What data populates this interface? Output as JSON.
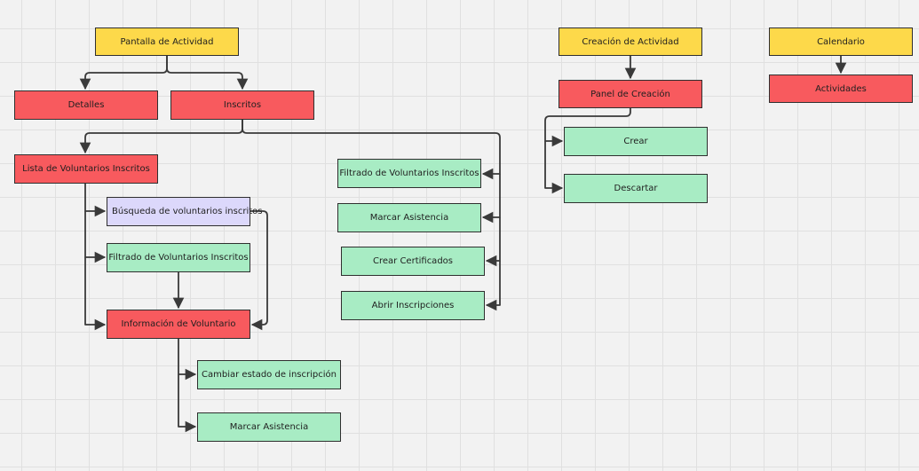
{
  "diagram": {
    "nodes": {
      "pantalla": {
        "label": "Pantalla de Actividad",
        "color": "#fdd94a"
      },
      "detalles": {
        "label": "Detalles",
        "color": "#f85a5e"
      },
      "inscritos": {
        "label": "Inscritos",
        "color": "#f85a5e"
      },
      "lista": {
        "label": "Lista de Voluntarios Inscritos",
        "color": "#f85a5e"
      },
      "busqueda": {
        "label": "Búsqueda de voluntarios inscritos",
        "color": "#dcd8fb"
      },
      "filtrado_l": {
        "label": "Filtrado de Voluntarios Inscritos",
        "color": "#a8ecc4"
      },
      "info": {
        "label": "Información de Voluntario",
        "color": "#f85a5e"
      },
      "cambiar": {
        "label": "Cambiar estado de inscripción",
        "color": "#a8ecc4"
      },
      "marcar_l": {
        "label": "Marcar Asistencia",
        "color": "#a8ecc4"
      },
      "filtrado_r": {
        "label": "Filtrado de Voluntarios Inscritos",
        "color": "#a8ecc4"
      },
      "marcar_r": {
        "label": "Marcar Asistencia",
        "color": "#a8ecc4"
      },
      "certificados": {
        "label": "Crear Certificados",
        "color": "#a8ecc4"
      },
      "abrir": {
        "label": "Abrir Inscripciones",
        "color": "#a8ecc4"
      },
      "creacion": {
        "label": "Creación de Actividad",
        "color": "#fdd94a"
      },
      "panel": {
        "label": "Panel de Creación",
        "color": "#f85a5e"
      },
      "crear": {
        "label": "Crear",
        "color": "#a8ecc4"
      },
      "descartar": {
        "label": "Descartar",
        "color": "#a8ecc4"
      },
      "calendario": {
        "label": "Calendario",
        "color": "#fdd94a"
      },
      "actividades": {
        "label": "Actividades",
        "color": "#f85a5e"
      }
    },
    "edges": [
      {
        "from": "pantalla",
        "to": "detalles"
      },
      {
        "from": "pantalla",
        "to": "inscritos"
      },
      {
        "from": "inscritos",
        "to": "lista"
      },
      {
        "from": "inscritos",
        "to": "filtrado_r"
      },
      {
        "from": "inscritos",
        "to": "marcar_r"
      },
      {
        "from": "inscritos",
        "to": "certificados"
      },
      {
        "from": "inscritos",
        "to": "abrir"
      },
      {
        "from": "lista",
        "to": "busqueda"
      },
      {
        "from": "lista",
        "to": "filtrado_l"
      },
      {
        "from": "lista",
        "to": "info"
      },
      {
        "from": "busqueda",
        "to": "info"
      },
      {
        "from": "filtrado_l",
        "to": "info"
      },
      {
        "from": "info",
        "to": "cambiar"
      },
      {
        "from": "info",
        "to": "marcar_l"
      },
      {
        "from": "creacion",
        "to": "panel"
      },
      {
        "from": "panel",
        "to": "crear"
      },
      {
        "from": "panel",
        "to": "descartar"
      },
      {
        "from": "calendario",
        "to": "actividades"
      }
    ]
  }
}
